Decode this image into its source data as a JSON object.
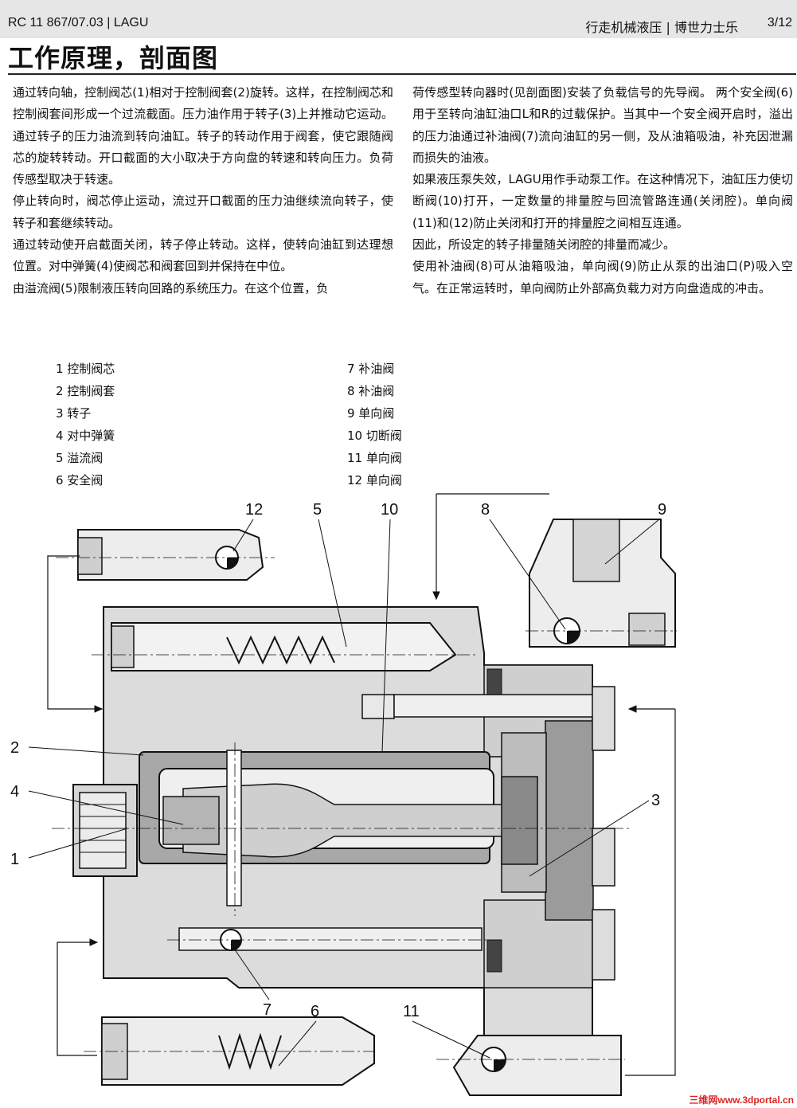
{
  "header": {
    "doc_id": "RC 11 867/07.03 | LAGU",
    "brand": "行走机械液压 | 博世力士乐",
    "page": "3/12"
  },
  "title": "工作原理，剖面图",
  "body_left": [
    "通过转向轴，控制阀芯(1)相对于控制阀套(2)旋转。这样，在控制阀芯和控制阀套间形成一个过流截面。压力油作用于转子(3)上并推动它运动。通过转子的压力油流到转向油缸。转子的转动作用于阀套，使它跟随阀芯的旋转转动。开口截面的大小取决于方向盘的转速和转向压力。负荷传感型取决于转速。",
    "停止转向时，阀芯停止运动，流过开口截面的压力油继续流向转子，使转子和套继续转动。",
    "通过转动使开启截面关闭，转子停止转动。这样，使转向油缸到达理想位置。对中弹簧(4)使阀芯和阀套回到并保持在中位。",
    "由溢流阀(5)限制液压转向回路的系统压力。在这个位置，负"
  ],
  "body_right": [
    "荷传感型转向器时(见剖面图)安装了负载信号的先导阀。 两个安全阀(6)用于至转向油缸油口L和R的过载保护。当其中一个安全阀开启时，溢出的压力油通过补油阀(7)流向油缸的另一侧，及从油箱吸油，补充因泄漏而损失的油液。",
    "如果液压泵失效，LAGU用作手动泵工作。在这种情况下，油缸压力使切断阀(10)打开，一定数量的排量腔与回流管路连通(关闭腔)。单向阀(11)和(12)防止关闭和打开的排量腔之间相互连通。",
    "因此，所设定的转子排量随关闭腔的排量而减少。",
    "使用补油阀(8)可从油箱吸油，单向阀(9)防止从泵的出油口(P)吸入空气。在正常运转时，单向阀防止外部高负载力对方向盘造成的冲击。"
  ],
  "legend_left": [
    "1 控制阀芯",
    "2 控制阀套",
    "3 转子",
    "4 对中弹簧",
    "5 溢流阀",
    "6 安全阀"
  ],
  "legend_right": [
    "7 补油阀",
    "8 补油阀",
    "9 单向阀",
    "10 切断阀",
    "11 单向阀",
    "12 单向阀"
  ],
  "callouts": {
    "n1": "1",
    "n2": "2",
    "n3": "3",
    "n4": "4",
    "n5": "5",
    "n6": "6",
    "n7": "7",
    "n8": "8",
    "n9": "9",
    "n10": "10",
    "n11": "11",
    "n12": "12"
  },
  "watermark": "三维网www.3dportal.cn"
}
